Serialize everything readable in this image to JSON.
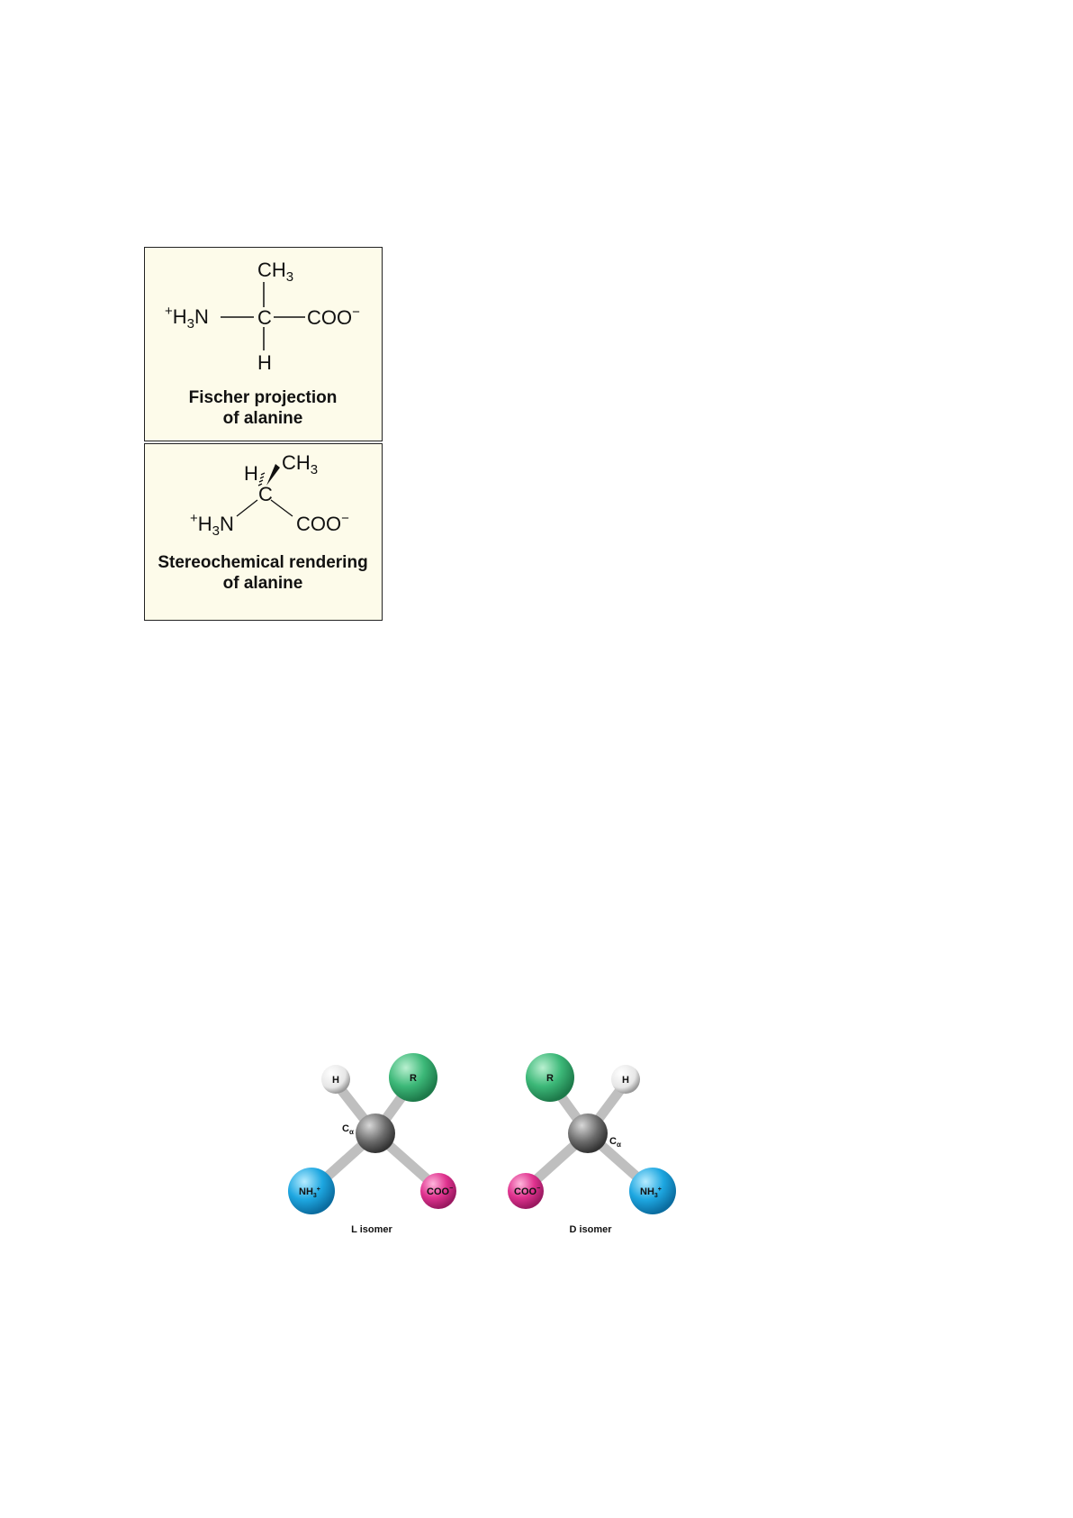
{
  "fischer": {
    "top": "CH",
    "top_sub": "3",
    "left_sup": "+",
    "left": "H",
    "left_sub": "3",
    "left_n": "N",
    "center": "C",
    "right": "COO",
    "right_sup": "−",
    "bottom": "H",
    "caption_line1": "Fischer projection",
    "caption_line2": "of alanine"
  },
  "stereo": {
    "h": "H",
    "ch": "CH",
    "ch_sub": "3",
    "center": "C",
    "left_sup": "+",
    "left": "H",
    "left_sub": "3",
    "left_n": "N",
    "right": "COO",
    "right_sup": "−",
    "caption_line1": "Stereochemical rendering",
    "caption_line2": "of alanine"
  },
  "isomers": {
    "l": {
      "h": "H",
      "r": "R",
      "c": "C",
      "c_sub": "α",
      "nh": "NH",
      "nh_sub": "3",
      "nh_sup": "+",
      "coo": "COO",
      "coo_sup": "−",
      "label": "L isomer"
    },
    "d": {
      "h": "H",
      "r": "R",
      "c": "C",
      "c_sub": "α",
      "nh": "NH",
      "nh_sub": "3",
      "nh_sup": "+",
      "coo": "COO",
      "coo_sup": "−",
      "label": "D isomer"
    }
  },
  "colors": {
    "panel_bg": "#fdfbea",
    "r_group": "#3cb878",
    "nh3": "#1ea7e1",
    "coo": "#e0338f",
    "h_atom": "#eeeeee",
    "carbon": "#6b6b6b"
  }
}
